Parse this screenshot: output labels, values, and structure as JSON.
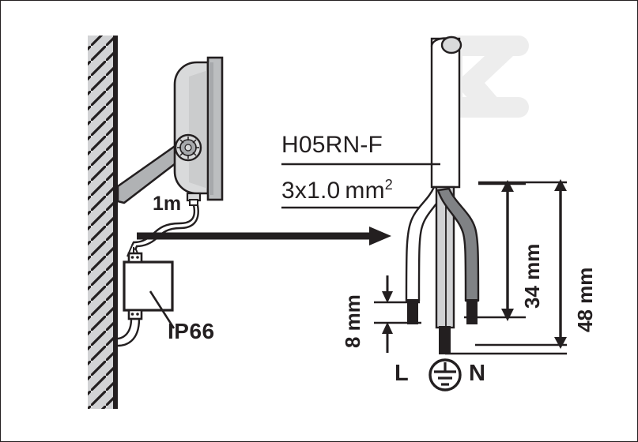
{
  "diagram": {
    "title": "Floodlight wall mounting and cable termination diagram",
    "colors": {
      "line": "#231f20",
      "wall_fill": "#d2d3d5",
      "fixture_body": "#d9dadb",
      "fixture_front": "#bcbec0",
      "bracket": "#b0b2b4",
      "wire_neutral": "#808285",
      "wire_earth": "#d1d2d4",
      "watermark": "#ededed"
    },
    "labels": {
      "cable_type": "H05RN-F",
      "cable_spec_main": "3x1.0",
      "cable_spec_unit": "mm",
      "cable_spec_exponent": "2",
      "distance": "1m",
      "ingress_protection": "IP66",
      "dim_inner": "34 mm",
      "dim_outer": "48 mm",
      "dim_strip": "8 mm",
      "terminal_live": "L",
      "terminal_neutral": "N",
      "terminal_earth_icon": "earth-ground-icon"
    },
    "watermark_text": "K",
    "icons": {
      "arrow": "right-arrow-icon",
      "earth": "earth-ground-icon",
      "hatch": "wall-hatch-pattern"
    }
  }
}
